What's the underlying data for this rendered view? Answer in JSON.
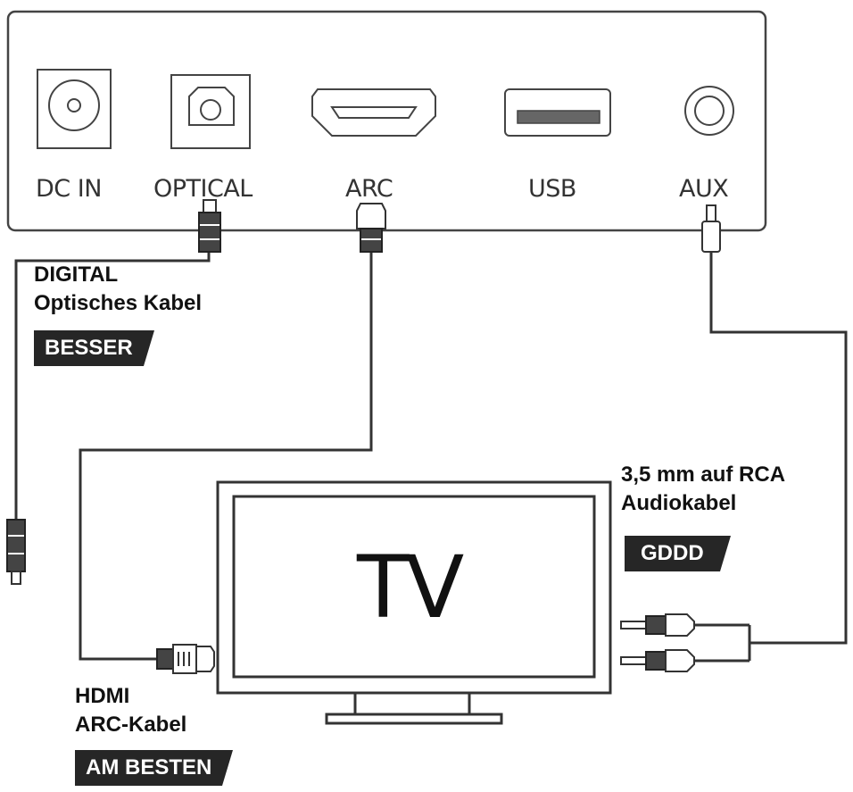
{
  "ports": {
    "dc_in": "DC IN",
    "optical": "OPTICAL",
    "arc": "ARC",
    "usb": "USB",
    "aux": "AUX"
  },
  "cables": {
    "optical": {
      "line1": "DIGITAL",
      "line2": "Optisches Kabel",
      "rating": "BESSER"
    },
    "rca": {
      "line1": "3,5 mm auf RCA",
      "line2": "Audiokabel",
      "rating": "GDDD"
    },
    "hdmi": {
      "line1": "HDMI",
      "line2": "ARC-Kabel",
      "rating": "AM BESTEN"
    }
  },
  "tv": {
    "label": "TV"
  },
  "colors": {
    "line": "#333333",
    "badge": "#262626"
  }
}
